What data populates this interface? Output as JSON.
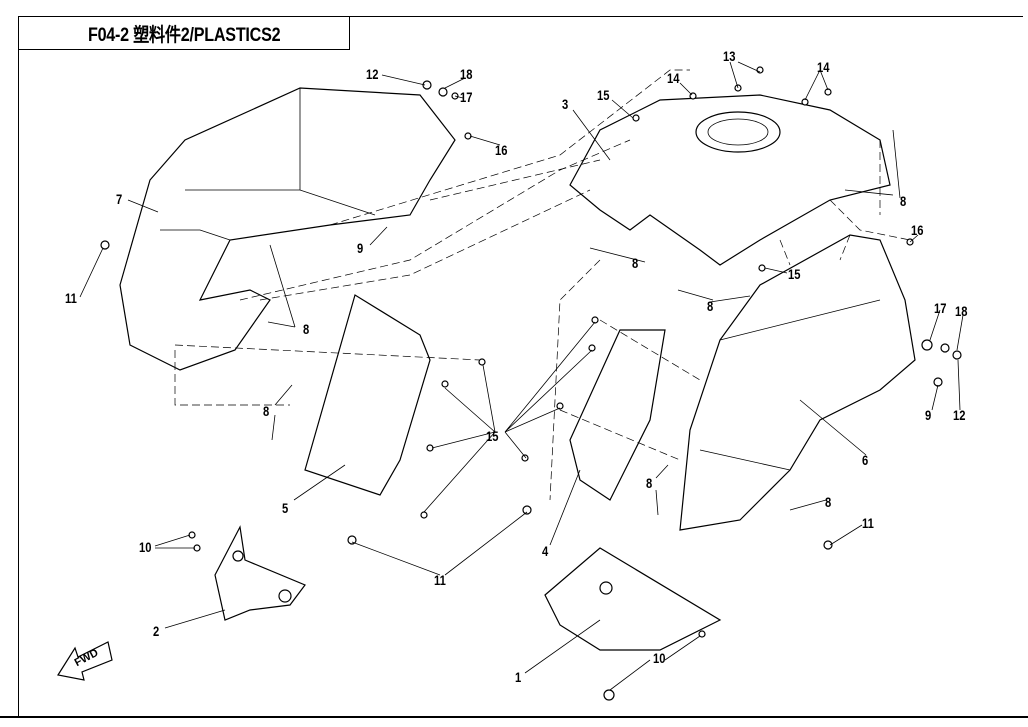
{
  "header": {
    "title": "F04-2   塑料件2/PLASTICS2"
  },
  "fwd_label": "FWD",
  "callouts": [
    "12",
    "18",
    "17",
    "16",
    "3",
    "15",
    "14",
    "13",
    "14",
    "8",
    "7",
    "9",
    "11",
    "8",
    "8",
    "16",
    "15",
    "8",
    "17",
    "18",
    "9",
    "12",
    "6",
    "8",
    "15",
    "5",
    "4",
    "8",
    "8",
    "11",
    "10",
    "2",
    "11",
    "1",
    "10"
  ]
}
